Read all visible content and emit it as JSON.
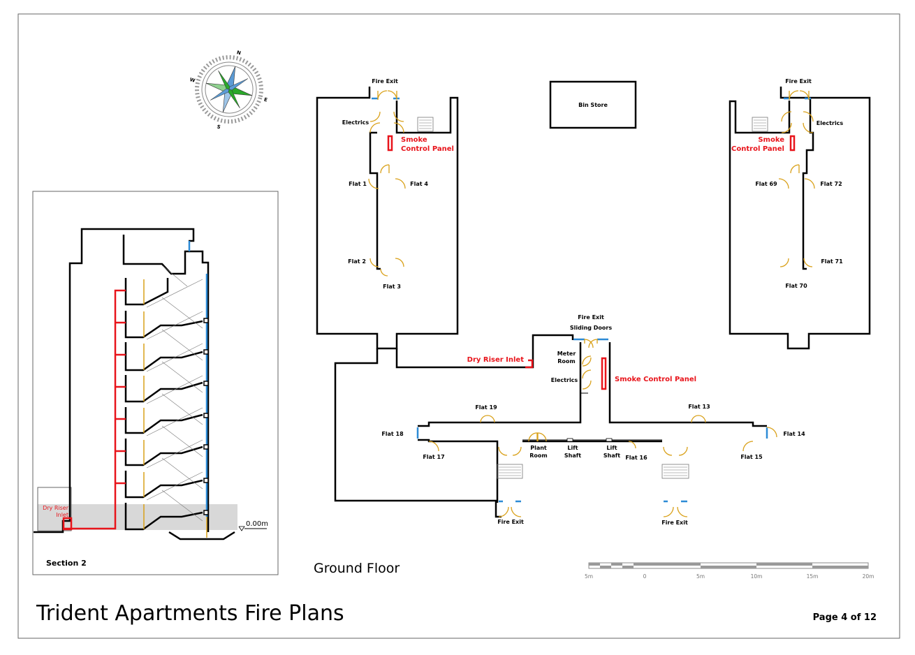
{
  "title": "Trident Apartments Fire Plans",
  "page_label": "Page 4 of 12",
  "section": {
    "label": "Section 2",
    "dry_riser_inlet": "Dry Riser\nInlet",
    "level": "0.00m"
  },
  "ground_floor": {
    "label": "Ground Floor",
    "rooms": {
      "bin_store": "Bin Store",
      "fire_exit_nw": "Fire Exit",
      "fire_exit_ne": "Fire Exit",
      "fire_exit_center": "Fire Exit",
      "sliding_doors": "Sliding Doors",
      "fire_exit_sw": "Fire Exit",
      "fire_exit_se": "Fire Exit",
      "electrics_nw": "Electrics",
      "electrics_ne": "Electrics",
      "electrics_center": "Electrics",
      "meter_room": "Meter\nRoom",
      "plant_room": "Plant\nRoom",
      "lift_shaft_1": "Lift\nShaft",
      "lift_shaft_2": "Lift\nShaft"
    },
    "flats": {
      "f1": "Flat 1",
      "f2": "Flat 2",
      "f3": "Flat 3",
      "f4": "Flat 4",
      "f13": "Flat 13",
      "f14": "Flat 14",
      "f15": "Flat 15",
      "f16": "Flat 16",
      "f17": "Flat 17",
      "f18": "Flat 18",
      "f19": "Flat 19",
      "f69": "Flat 69",
      "f70": "Flat 70",
      "f71": "Flat 71",
      "f72": "Flat 72"
    },
    "safety": {
      "smoke_panel_nw": "Smoke\nControl Panel",
      "smoke_panel_ne": "Smoke\nControl Panel",
      "smoke_panel_center": "Smoke Control Panel",
      "dry_riser_inlet": "Dry Riser Inlet"
    }
  },
  "scale_bar": {
    "ticks": [
      "5m",
      "0",
      "5m",
      "10m",
      "15m",
      "20m"
    ]
  },
  "compass": {
    "n": "N",
    "e": "E",
    "s": "S",
    "w": "W"
  },
  "colors": {
    "fire_equipment": "#e8141b",
    "door": "#d9a018",
    "glazing": "#2d8bd6",
    "compass_green": "#2aa82a",
    "compass_blue": "#5b9bd5"
  }
}
